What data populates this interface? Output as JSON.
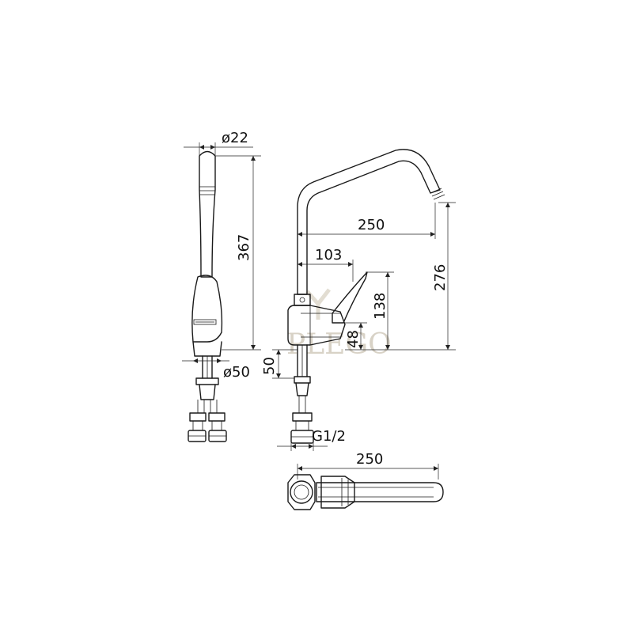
{
  "dimensions": {
    "spout_diameter": "ø22",
    "total_height": "367",
    "base_diameter": "ø50",
    "reach": "250",
    "lever_length": "103",
    "body_height": "138",
    "lever_base": "48",
    "spout_height": "276",
    "shank_length": "50",
    "thread": "G1/2",
    "top_reach": "250"
  },
  "watermark": {
    "text": "PLEGO"
  },
  "colors": {
    "line": "#1a1a1a",
    "watermark": "#d8d2c6"
  }
}
